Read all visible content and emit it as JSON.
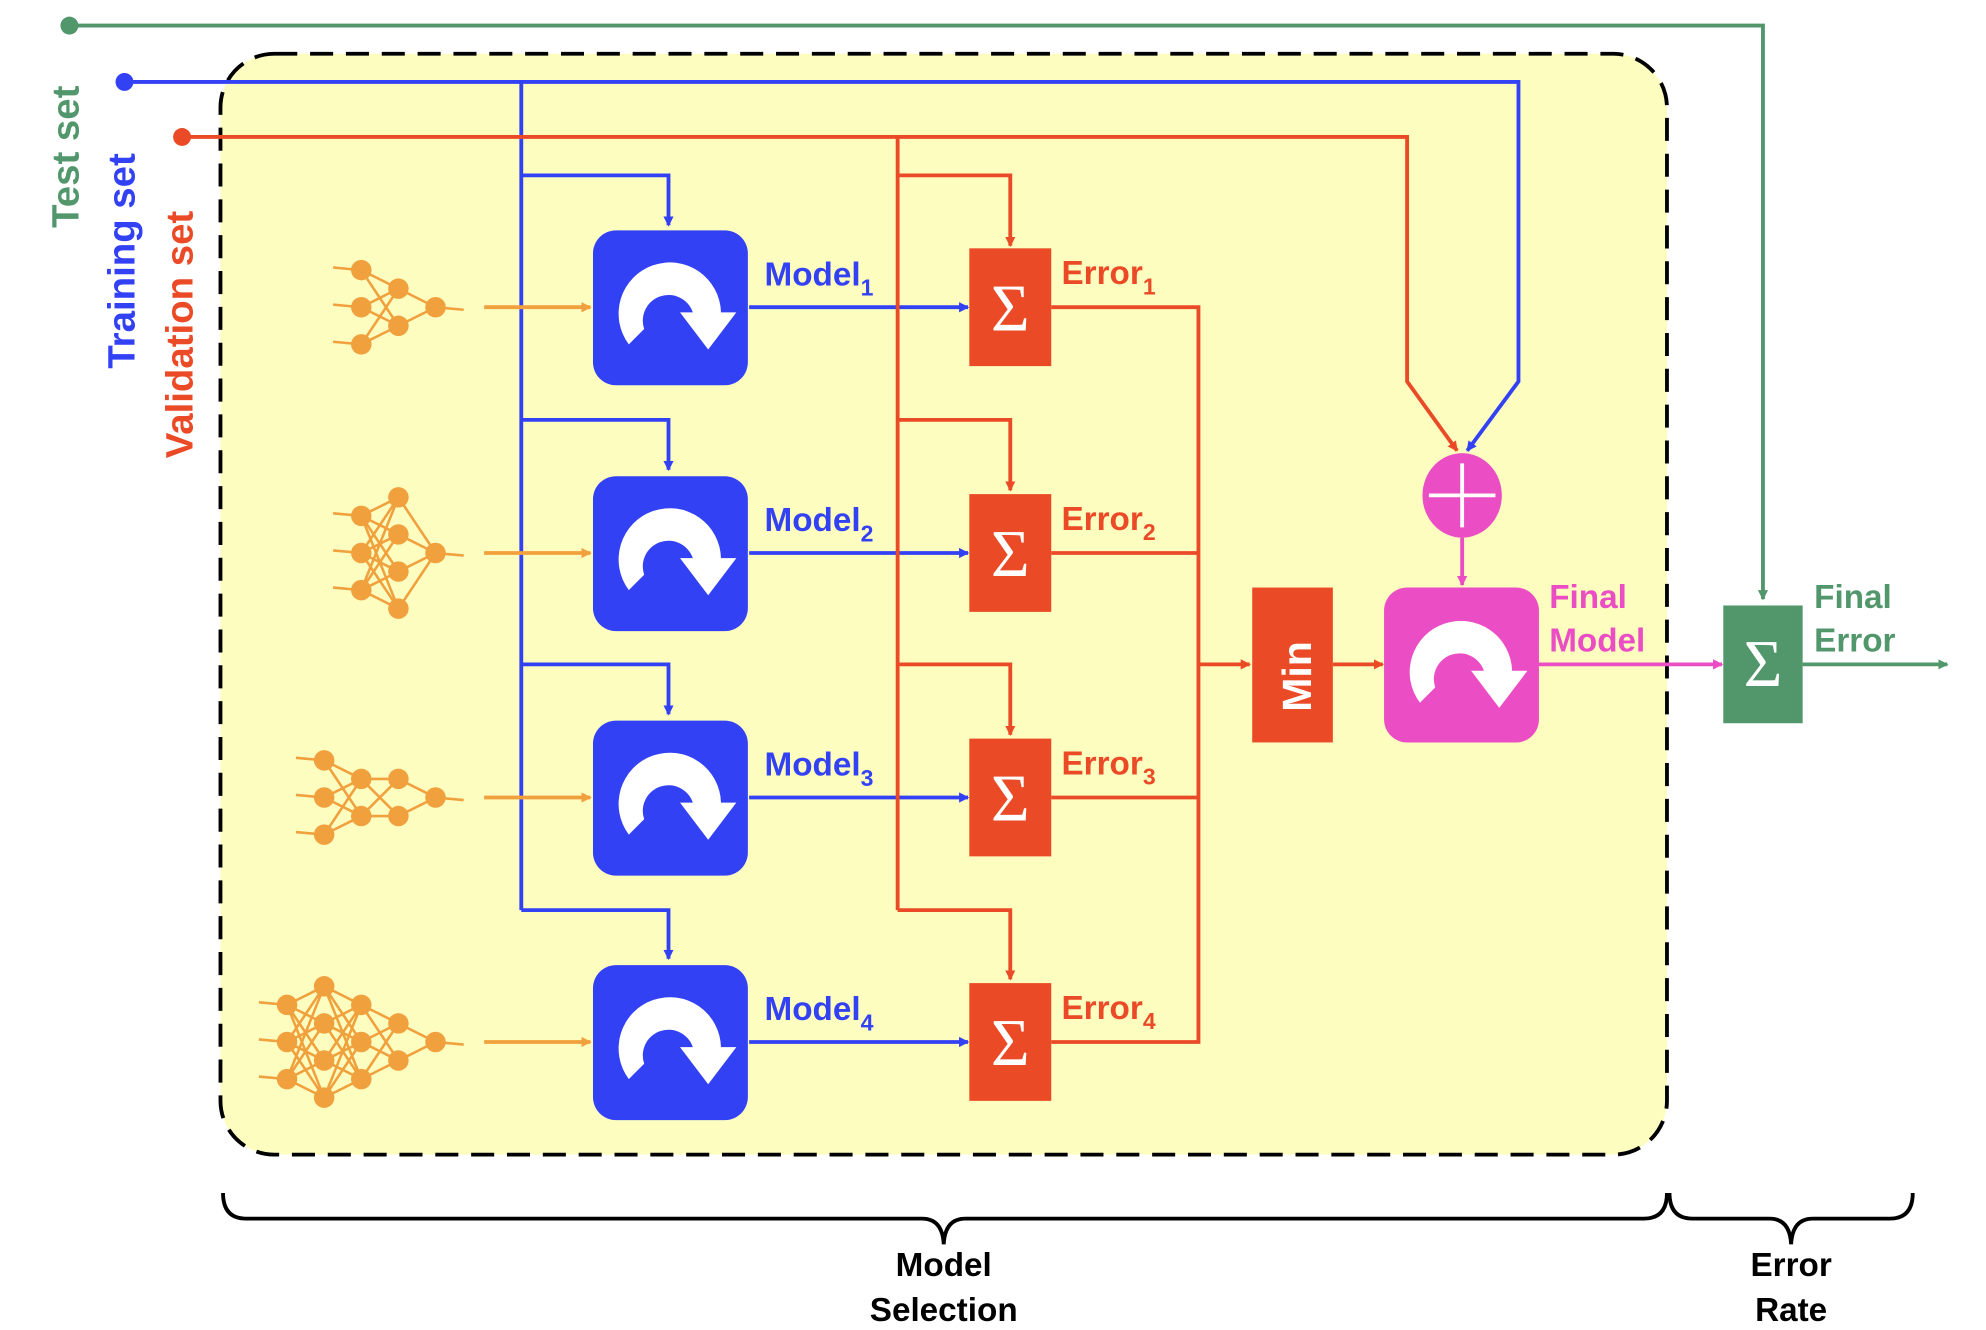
{
  "colors": {
    "test": "#52966c",
    "training": "#3341f5",
    "validation": "#eb4a26",
    "network": "#f0a03c",
    "final": "#ea4dc4",
    "panel_fill": "#fdfdc0",
    "text_dark": "#000000"
  },
  "inputs": {
    "test_set": "Test set",
    "training_set": "Training set",
    "validation_set": "Validation set"
  },
  "models": [
    {
      "label": "Model",
      "index": "1",
      "error_label": "Error",
      "error_index": "1",
      "layers": [
        3,
        2,
        1
      ]
    },
    {
      "label": "Model",
      "index": "2",
      "error_label": "Error",
      "error_index": "2",
      "layers": [
        3,
        4,
        1
      ]
    },
    {
      "label": "Model",
      "index": "3",
      "error_label": "Error",
      "error_index": "3",
      "layers": [
        3,
        2,
        2,
        1
      ]
    },
    {
      "label": "Model",
      "index": "4",
      "error_label": "Error",
      "error_index": "4",
      "layers": [
        3,
        4,
        3,
        2,
        1
      ]
    }
  ],
  "symbols": {
    "sum": "Σ",
    "min": "Min"
  },
  "final": {
    "model_line1": "Final",
    "model_line2": "Model",
    "error_line1": "Final",
    "error_line2": "Error"
  },
  "braces": {
    "model_selection_line1": "Model",
    "model_selection_line2": "Selection",
    "error_rate_line1": "Error",
    "error_rate_line2": "Rate"
  }
}
